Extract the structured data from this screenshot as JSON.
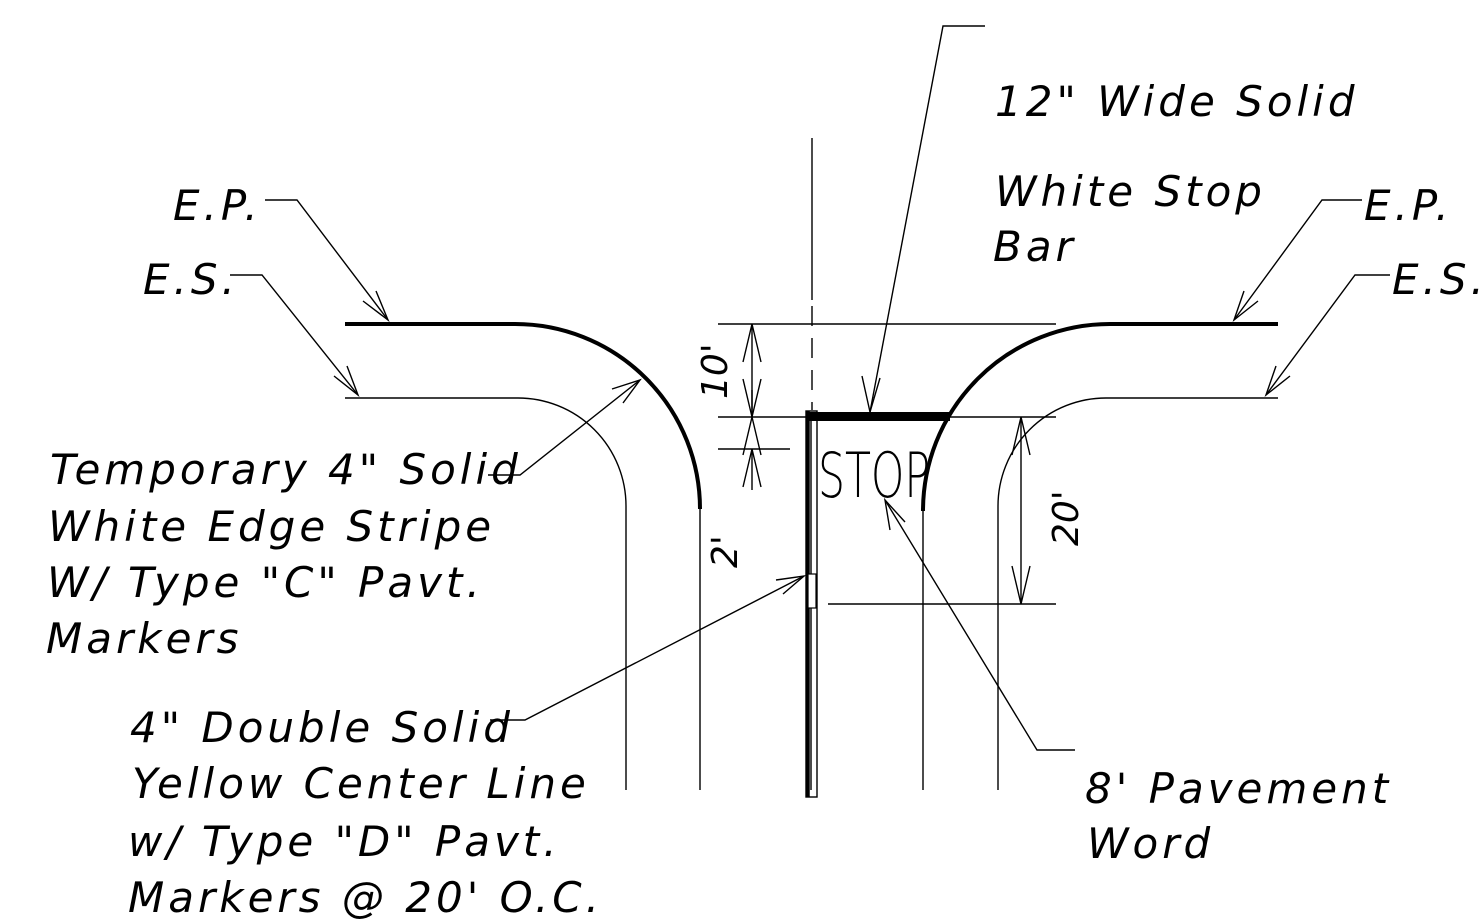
{
  "labels": {
    "stop_bar_line1": "12\" Wide Solid",
    "stop_bar_line2": "White Stop",
    "stop_bar_line3": "Bar",
    "ep_left": "E.P.",
    "es_left": "E.S.",
    "ep_right": "E.P.",
    "es_right": "E.S.",
    "edge_stripe_line1": "Temporary 4\" Solid",
    "edge_stripe_line2": "White Edge Stripe",
    "edge_stripe_line3": "W/ Type \"C\" Pavt.",
    "edge_stripe_line4": "Markers",
    "center_line_line1": "4\" Double Solid",
    "center_line_line2": "Yellow Center Line",
    "center_line_line3": "w/ Type \"D\" Pavt.",
    "center_line_line4": "Markers @ 20' O.C.",
    "pavement_word_line1": "8' Pavement",
    "pavement_word_line2": "Word",
    "stop_text": "STOP"
  },
  "dimensions": {
    "dim_10": "10'",
    "dim_2": "2'",
    "dim_20": "20'"
  }
}
